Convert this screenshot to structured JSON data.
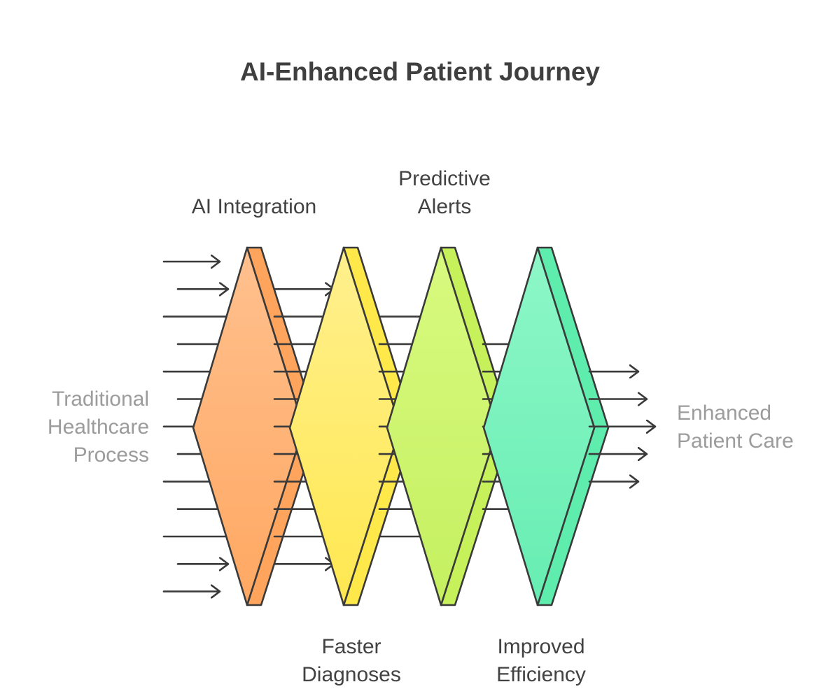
{
  "title": "AI-Enhanced Patient Journey",
  "labels": {
    "input": [
      "Traditional",
      "Healthcare",
      "Process"
    ],
    "output": [
      "Enhanced",
      "Patient Care"
    ],
    "ai_integration": [
      "AI Integration"
    ],
    "faster_diagnoses": [
      "Faster",
      "Diagnoses"
    ],
    "predictive_alerts": [
      "Predictive",
      "Alerts"
    ],
    "improved_efficiency": [
      "Improved",
      "Efficiency"
    ]
  },
  "stages": [
    {
      "name": "AI Integration",
      "color_top": "#FFC08E",
      "color_bottom": "#FFA862",
      "side": "#FFA45C"
    },
    {
      "name": "Faster Diagnoses",
      "color_top": "#FFF08E",
      "color_bottom": "#FFE850",
      "side": "#FFE94A"
    },
    {
      "name": "Predictive Alerts",
      "color_top": "#D8FA80",
      "color_bottom": "#C5F060",
      "side": "#C6F15A"
    },
    {
      "name": "Improved Efficiency",
      "color_top": "#8EF7C8",
      "color_bottom": "#66EDB2",
      "side": "#5FEDAE"
    }
  ],
  "colors": {
    "stroke": "#3a3a3a",
    "title": "#3f3f3f",
    "label": "#424242",
    "muted": "#9c9c9c"
  }
}
